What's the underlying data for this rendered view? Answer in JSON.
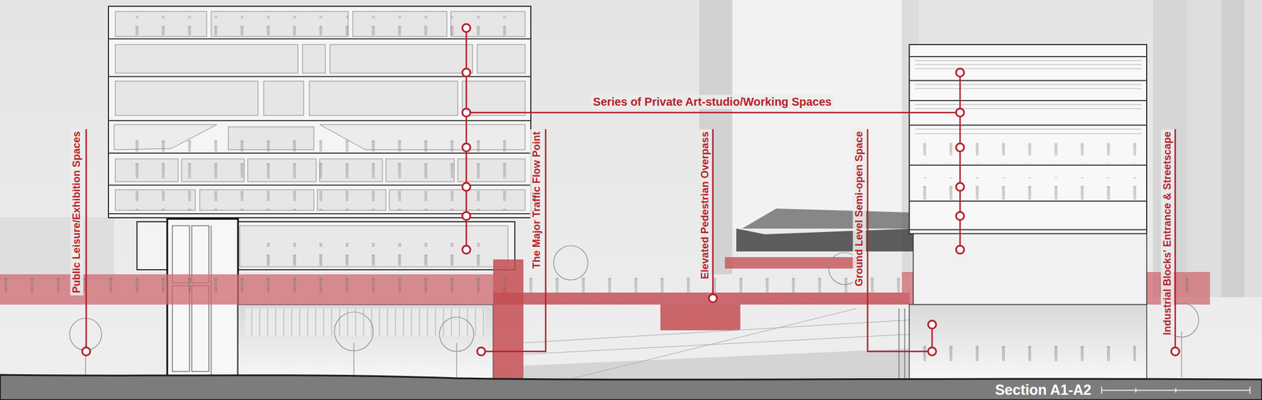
{
  "diagram": {
    "title": "Section A1-A2",
    "labels": [
      "Public Leisure/Exhibition Spaces",
      "The Major Traffic Flow Point",
      "Series of Private Art-studio/Working Spaces",
      "Elevated Pedestrian Overpass",
      "Ground Level Semi-open Space",
      "Industrial Blocks' Entrance & Streetscape"
    ]
  }
}
